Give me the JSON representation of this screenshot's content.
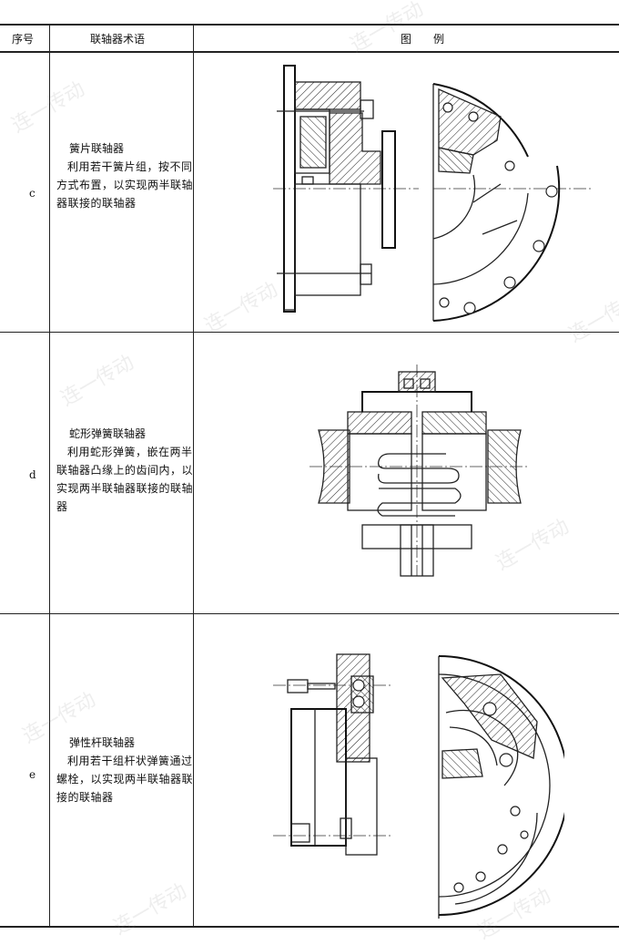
{
  "header": {
    "col_no": "序号",
    "col_term": "联轴器术语",
    "col_fig": "图　　例"
  },
  "rows": [
    {
      "code": "c",
      "name": "簧片联轴器",
      "description": "利用若干簧片组，按不同方式布置，以实现两半联轴器联接的联轴器",
      "figure_icon": "diaphragm-spring-coupling-drawing"
    },
    {
      "code": "d",
      "name": "蛇形弹簧联轴器",
      "description": "利用蛇形弹簧，嵌在两半联轴器凸缘上的齿间内，以实现两半联轴器联接的联轴器",
      "figure_icon": "serpentine-spring-coupling-drawing"
    },
    {
      "code": "e",
      "name": "弹性杆联轴器",
      "description": "利用若干组杆状弹簧通过螺栓，以实现两半联轴器联接的联轴器",
      "figure_icon": "elastic-rod-coupling-drawing"
    }
  ],
  "watermark": "连一传动"
}
